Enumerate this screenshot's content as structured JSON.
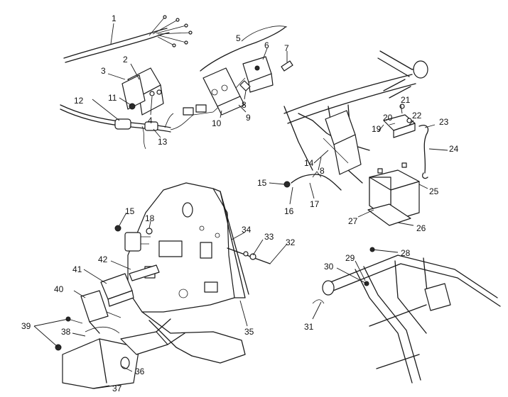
{
  "callouts": [
    {
      "id": "c1",
      "text": "1"
    },
    {
      "id": "c2",
      "text": "2"
    },
    {
      "id": "c3",
      "text": "3"
    },
    {
      "id": "c4",
      "text": "4"
    },
    {
      "id": "c5",
      "text": "5"
    },
    {
      "id": "c6",
      "text": "6"
    },
    {
      "id": "c7",
      "text": "7"
    },
    {
      "id": "c8a",
      "text": "8"
    },
    {
      "id": "c8b",
      "text": "8"
    },
    {
      "id": "c9",
      "text": "9"
    },
    {
      "id": "c10",
      "text": "10"
    },
    {
      "id": "c11",
      "text": "11"
    },
    {
      "id": "c12",
      "text": "12"
    },
    {
      "id": "c13",
      "text": "13"
    },
    {
      "id": "c14",
      "text": "14"
    },
    {
      "id": "c15a",
      "text": "15"
    },
    {
      "id": "c15b",
      "text": "15"
    },
    {
      "id": "c16",
      "text": "16"
    },
    {
      "id": "c17",
      "text": "17"
    },
    {
      "id": "c18",
      "text": "18"
    },
    {
      "id": "c19",
      "text": "19"
    },
    {
      "id": "c20",
      "text": "20"
    },
    {
      "id": "c21",
      "text": "21"
    },
    {
      "id": "c22",
      "text": "22"
    },
    {
      "id": "c23",
      "text": "23"
    },
    {
      "id": "c24",
      "text": "24"
    },
    {
      "id": "c25",
      "text": "25"
    },
    {
      "id": "c26",
      "text": "26"
    },
    {
      "id": "c27",
      "text": "27"
    },
    {
      "id": "c28",
      "text": "28"
    },
    {
      "id": "c29",
      "text": "29"
    },
    {
      "id": "c30",
      "text": "30"
    },
    {
      "id": "c31",
      "text": "31"
    },
    {
      "id": "c32",
      "text": "32"
    },
    {
      "id": "c33",
      "text": "33"
    },
    {
      "id": "c34",
      "text": "34"
    },
    {
      "id": "c35",
      "text": "35"
    },
    {
      "id": "c36",
      "text": "36"
    },
    {
      "id": "c37",
      "text": "37"
    },
    {
      "id": "c38",
      "text": "38"
    },
    {
      "id": "c39",
      "text": "39"
    },
    {
      "id": "c40",
      "text": "40"
    },
    {
      "id": "c41",
      "text": "41"
    },
    {
      "id": "c42",
      "text": "42"
    }
  ]
}
